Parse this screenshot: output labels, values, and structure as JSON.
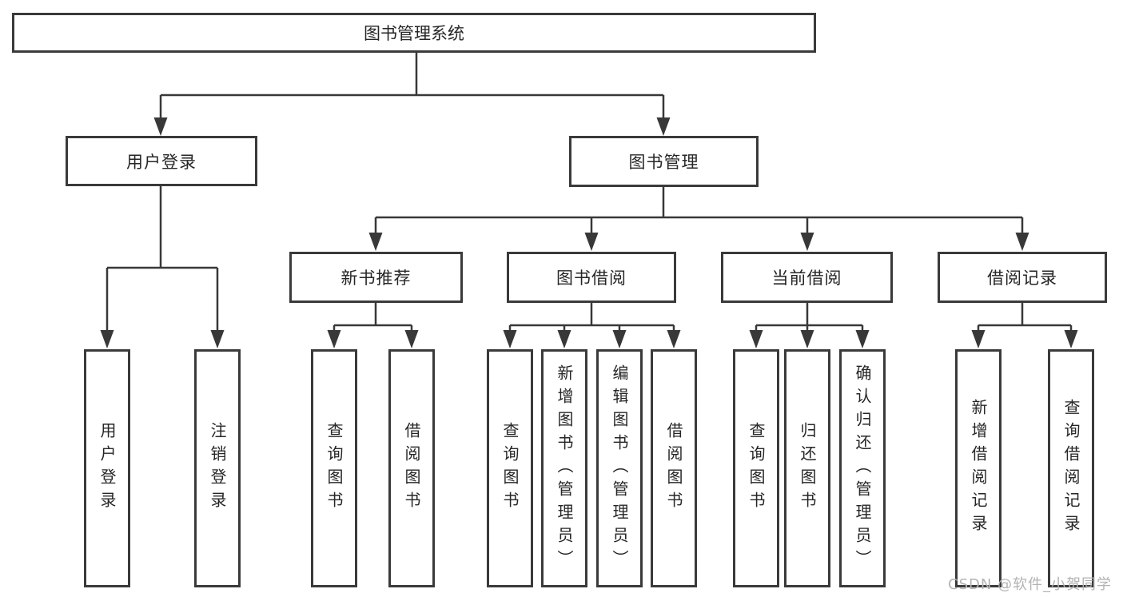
{
  "diagram": {
    "root": {
      "label": "图书管理系统"
    },
    "level1": [
      {
        "label": "用户登录"
      },
      {
        "label": "图书管理"
      }
    ],
    "level2": [
      {
        "label": "新书推荐"
      },
      {
        "label": "图书借阅"
      },
      {
        "label": "当前借阅"
      },
      {
        "label": "借阅记录"
      }
    ],
    "leaves": [
      {
        "label": "用户登录"
      },
      {
        "label": "注销登录"
      },
      {
        "label": "查询图书"
      },
      {
        "label": "借阅图书"
      },
      {
        "label": "查询图书"
      },
      {
        "label": "新增图书（管理员）"
      },
      {
        "label": "编辑图书（管理员）"
      },
      {
        "label": "借阅图书"
      },
      {
        "label": "查询图书"
      },
      {
        "label": "归还图书"
      },
      {
        "label": "确认归还（管理员）"
      },
      {
        "label": "新增借阅记录"
      },
      {
        "label": "查询借阅记录"
      }
    ]
  },
  "watermark": "CSDN @软件_小贺同学",
  "colors": {
    "line": "#383838",
    "box_border": "#3a3a3a",
    "text": "#262626",
    "watermark": "#b3b3b3",
    "background": "#ffffff"
  }
}
